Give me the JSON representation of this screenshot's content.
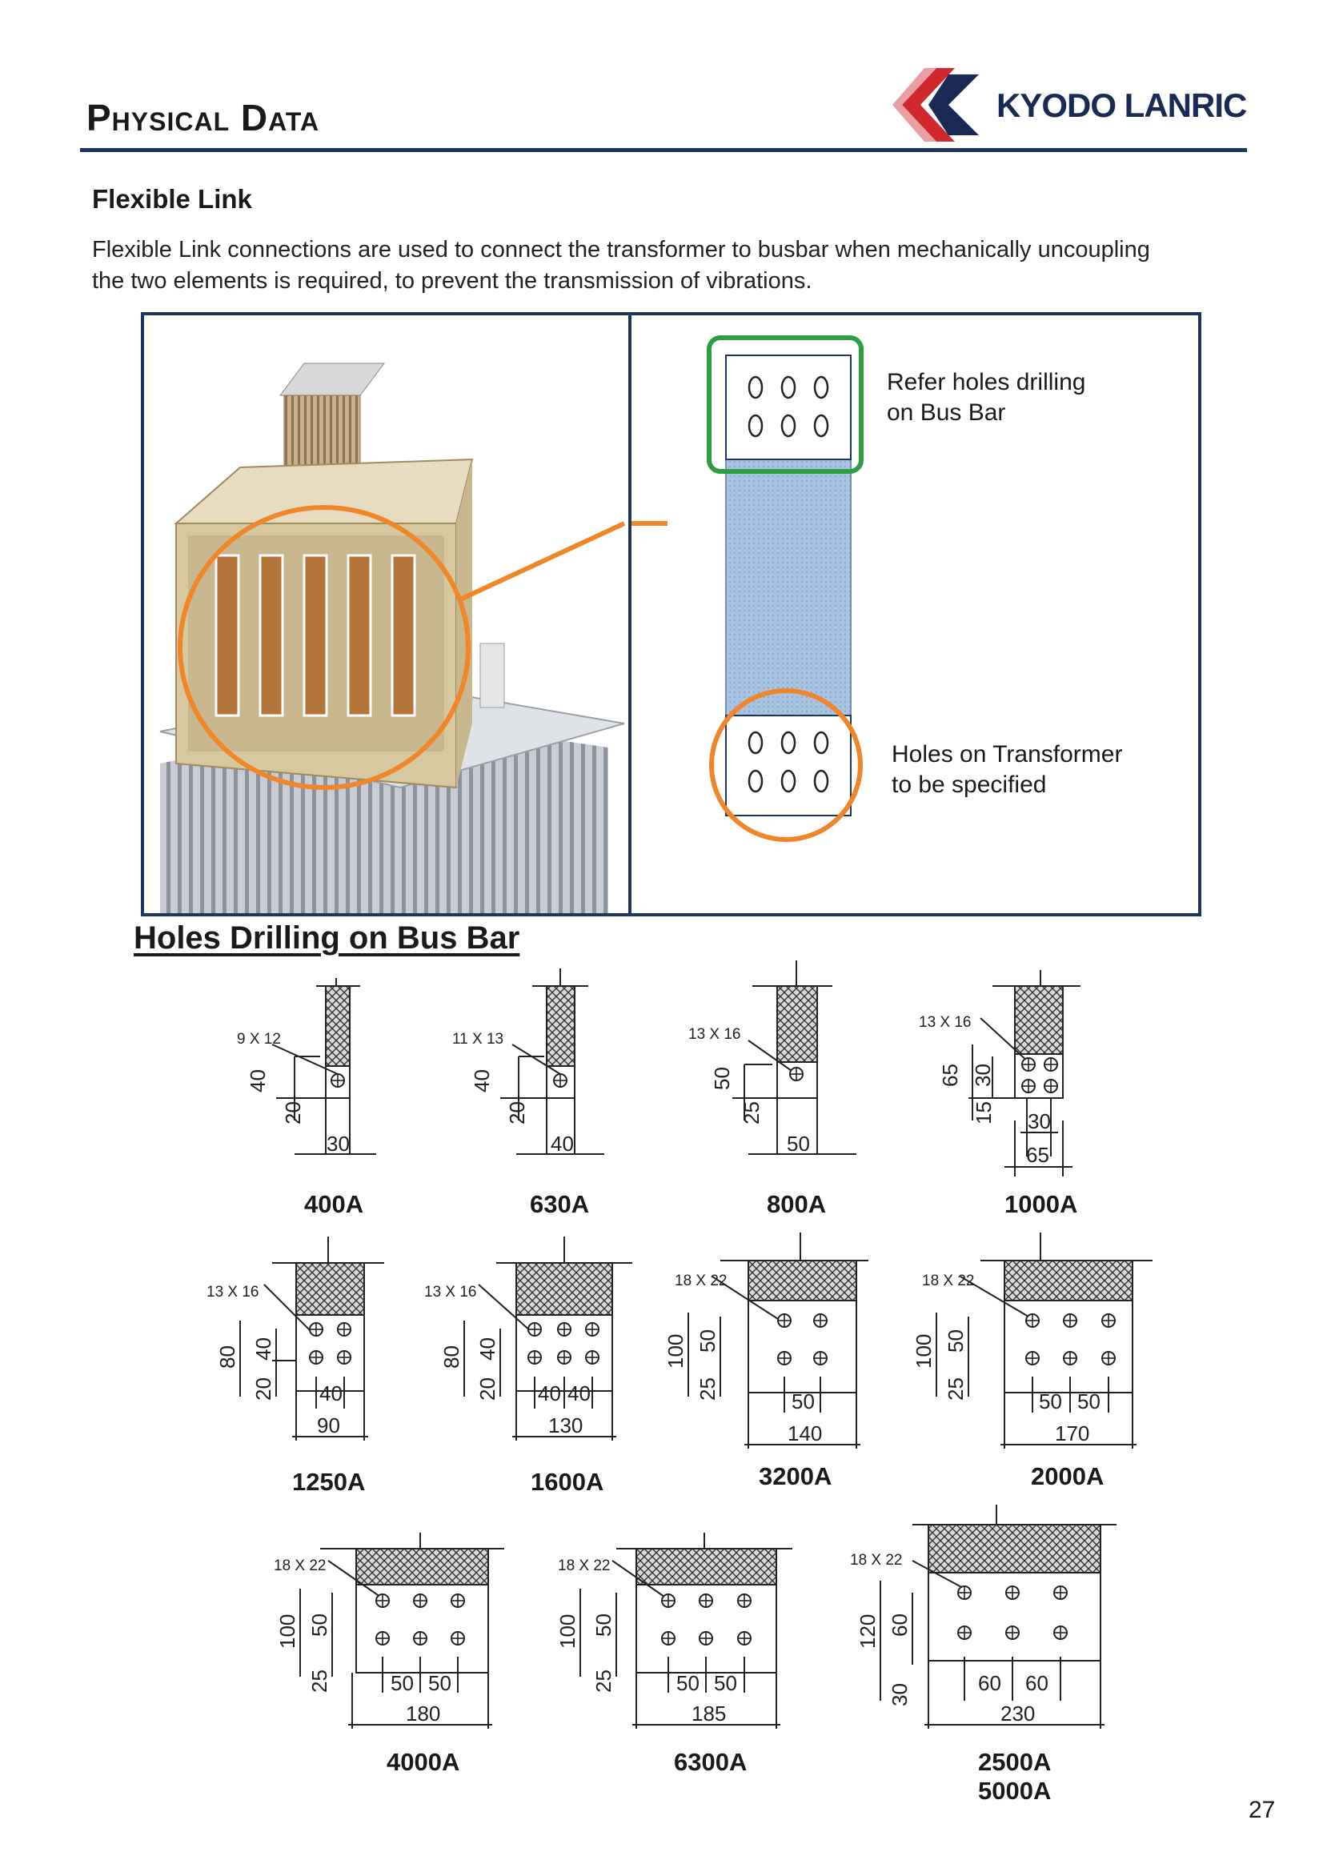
{
  "header": {
    "title": "Physical Data",
    "brand": "KYODO LANRIC",
    "brand_colors": {
      "red": "#d1272f",
      "navy": "#1a2a55"
    }
  },
  "flexible_link": {
    "heading": "Flexible Link",
    "description": "Flexible Link connections are used to connect the transformer to busbar when mechanically uncoupling the two elements is required, to prevent the transmission of vibrations.",
    "annotation_busbar": [
      "Refer holes drilling",
      "on Bus Bar"
    ],
    "annotation_transformer": [
      "Holes on Transformer",
      "to be specified"
    ],
    "highlight_colors": {
      "busbar": "#2e9e45",
      "transformer": "#f0862a"
    }
  },
  "holes_drilling": {
    "heading": "Holes Drilling on Bus Bar",
    "diagrams": [
      {
        "rating": "400A",
        "hole": "9 X 12",
        "dims": [
          "40",
          "20",
          "30"
        ]
      },
      {
        "rating": "630A",
        "hole": "11 X 13",
        "dims": [
          "40",
          "20",
          "40"
        ]
      },
      {
        "rating": "800A",
        "hole": "13 X 16",
        "dims": [
          "50",
          "25",
          "50"
        ]
      },
      {
        "rating": "1000A",
        "hole": "13 X 16",
        "dims": [
          "65",
          "30",
          "15",
          "30",
          "65"
        ]
      },
      {
        "rating": "1250A",
        "hole": "13 X 16",
        "dims": [
          "80",
          "40",
          "20",
          "40",
          "90"
        ]
      },
      {
        "rating": "1600A",
        "hole": "13 X 16",
        "dims": [
          "80",
          "40",
          "20",
          "40",
          "40",
          "130"
        ]
      },
      {
        "rating": "3200A",
        "hole": "18 X 22",
        "dims": [
          "100",
          "50",
          "25",
          "50",
          "140"
        ]
      },
      {
        "rating": "2000A",
        "hole": "18 X 22",
        "dims": [
          "100",
          "50",
          "25",
          "50",
          "50",
          "170"
        ]
      },
      {
        "rating": "4000A",
        "hole": "18 X 22",
        "dims": [
          "100",
          "50",
          "25",
          "50",
          "50",
          "180"
        ]
      },
      {
        "rating": "6300A",
        "hole": "18 X 22",
        "dims": [
          "100",
          "50",
          "25",
          "50",
          "50",
          "185"
        ]
      },
      {
        "rating": [
          "2500A",
          "5000A"
        ],
        "hole": "18 X 22",
        "dims": [
          "120",
          "60",
          "30",
          "60",
          "60",
          "230"
        ]
      }
    ]
  },
  "footer": {
    "page_number": "27"
  }
}
